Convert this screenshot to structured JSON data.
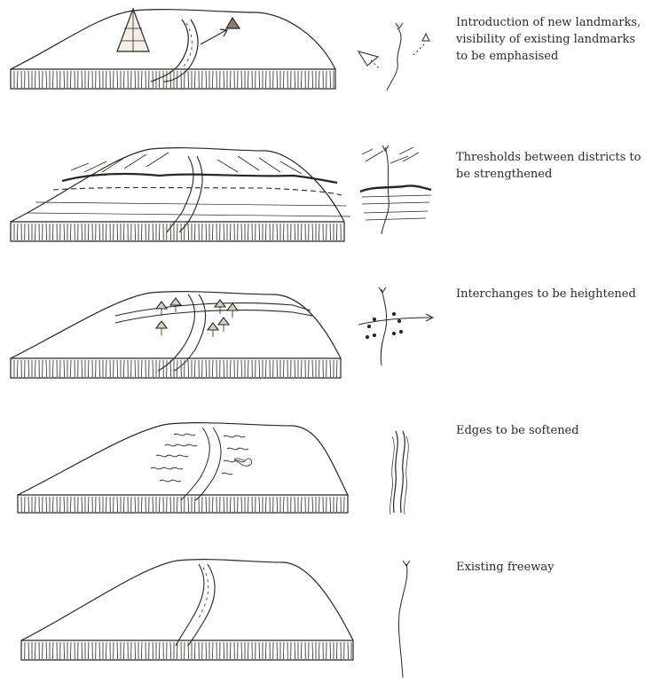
{
  "rows": [
    {
      "caption": "Introduction of new landmarks,\nvisibility of existing landmarks\nto be emphasised"
    },
    {
      "caption": "Thresholds between districts to\nbe strengthened"
    },
    {
      "caption": "Interchanges to be heightened"
    },
    {
      "caption": "Edges to be softened"
    },
    {
      "caption": "Existing freeway"
    }
  ],
  "colors": {
    "ink": "#2a2520",
    "paper": "#ffffff"
  }
}
